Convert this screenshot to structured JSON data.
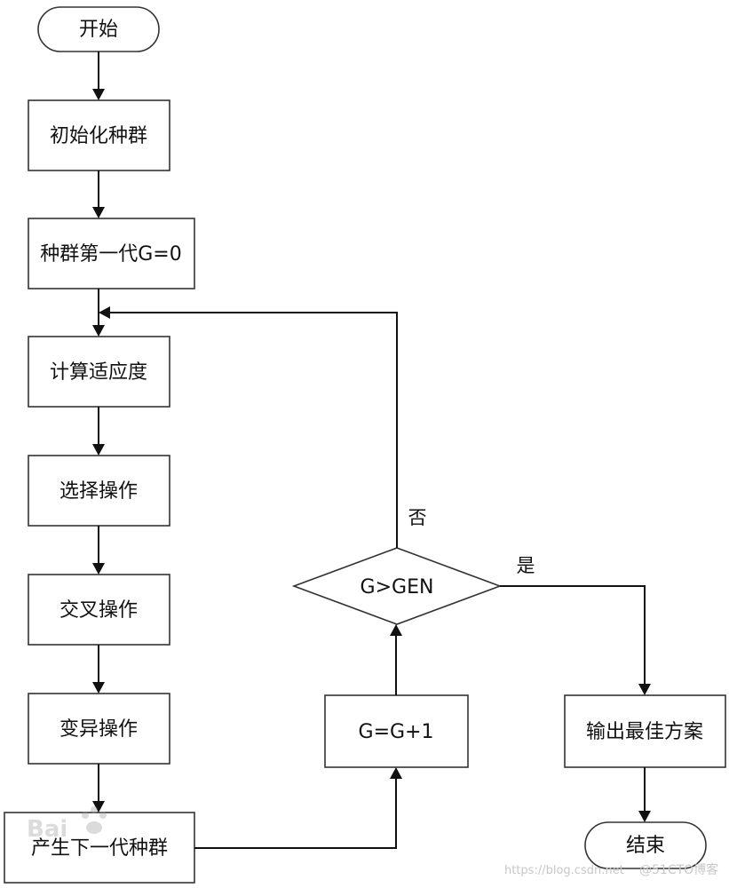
{
  "nodes": {
    "start": "开始",
    "init_population": "初始化种群",
    "first_generation": "种群第一代G=0",
    "compute_fitness": "计算适应度",
    "selection": "选择操作",
    "crossover": "交叉操作",
    "mutation": "变异操作",
    "next_generation": "产生下一代种群",
    "increment": "G=G+1",
    "condition": "G>GEN",
    "output_best": "输出最佳方案",
    "end": "结束"
  },
  "edge_labels": {
    "no": "否",
    "yes": "是"
  },
  "watermark": {
    "url": "https://blog.csdn.net",
    "site": "@51CTO博客"
  },
  "colors": {
    "stroke": "#111111",
    "box_border": "#333333",
    "background": "#ffffff",
    "watermark": "#c8c8c8"
  }
}
